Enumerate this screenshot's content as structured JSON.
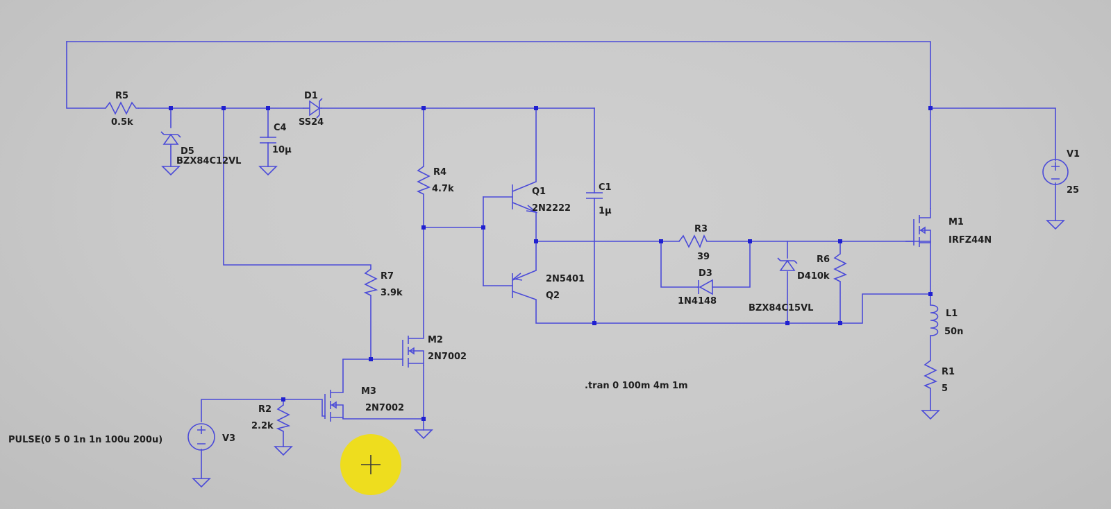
{
  "labels": {
    "R5": "R5",
    "R5_val": "0.5k",
    "D5": "D5",
    "D5_val": "BZX84C12VL",
    "C4": "C4",
    "C4_val": "10µ",
    "D1": "D1",
    "D1_val": "SS24",
    "R4": "R4",
    "R4_val": "4.7k",
    "Q1": "Q1",
    "Q1_val": "2N2222",
    "Q2": "Q2",
    "Q2_val": "2N5401",
    "C1": "C1",
    "C1_val": "1µ",
    "R3": "R3",
    "R3_val": "39",
    "D3": "D3",
    "D3_val": "1N4148",
    "R6": "R6",
    "R6_val": "D410k",
    "D_bzx15": "BZX84C15VL",
    "M1": "M1",
    "M1_val": "IRFZ44N",
    "V1": "V1",
    "V1_val": "25",
    "L1": "L1",
    "L1_val": "50n",
    "R1": "R1",
    "R1_val": "5",
    "R7": "R7",
    "R7_val": "3.9k",
    "M2": "M2",
    "M2_val": "2N7002",
    "M3": "M3",
    "M3_val": "2N7002",
    "R2": "R2",
    "R2_val": "2.2k",
    "V3": "V3",
    "V3_val": "PULSE(0 5 0 1n 1n 100u 200u)"
  },
  "directive": ".tran 0 100m 4m 1m",
  "colors": {
    "wire": "#4a4ad8",
    "junction": "#2020d0",
    "background": "#c8c8c8",
    "cursor": "#f5e000"
  },
  "cursor_icon": "crosshair-cursor-icon"
}
